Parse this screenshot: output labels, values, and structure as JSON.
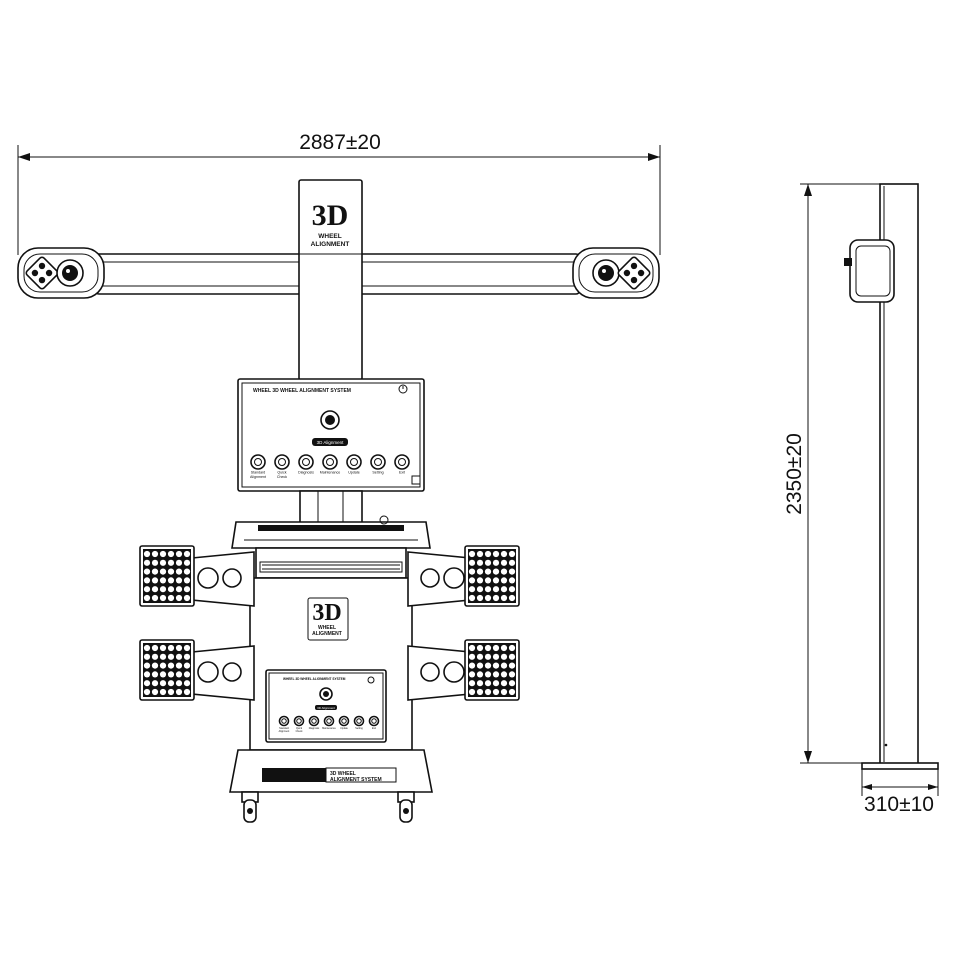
{
  "dimensions": {
    "width": "2887±20",
    "height": "2350±20",
    "depth": "310±10"
  },
  "beam_logo": {
    "mark": "3D",
    "line1": "WHEEL",
    "line2": "ALIGNMENT"
  },
  "cabinet_logo": {
    "mark": "3D",
    "line1": "WHEEL",
    "line2": "ALIGNMENT"
  },
  "monitor": {
    "header": "WHEEL 3D WHEEL ALIGNMENT SYSTEM",
    "center_label": "3D Alignment",
    "buttons": [
      "Standard Alignment",
      "Quick Check",
      "Diagnosis",
      "Maintenance",
      "Update",
      "Setting",
      "Exit"
    ]
  },
  "small_monitor": {
    "header": "WHEEL 3D WHEEL ALIGNMENT SYSTEM",
    "center_label": "3D Alignment",
    "buttons": [
      "Standard Alignment",
      "Quick Check",
      "Diagnosis",
      "Maintenance",
      "Update",
      "Setting",
      "Exit"
    ]
  },
  "base_label": {
    "line1": "3D WHEEL",
    "line2": "ALIGNMENT SYSTEM"
  },
  "icons": {
    "camera_left": "camera-lens-icon",
    "camera_right": "camera-lens-icon",
    "power": "power-icon"
  }
}
